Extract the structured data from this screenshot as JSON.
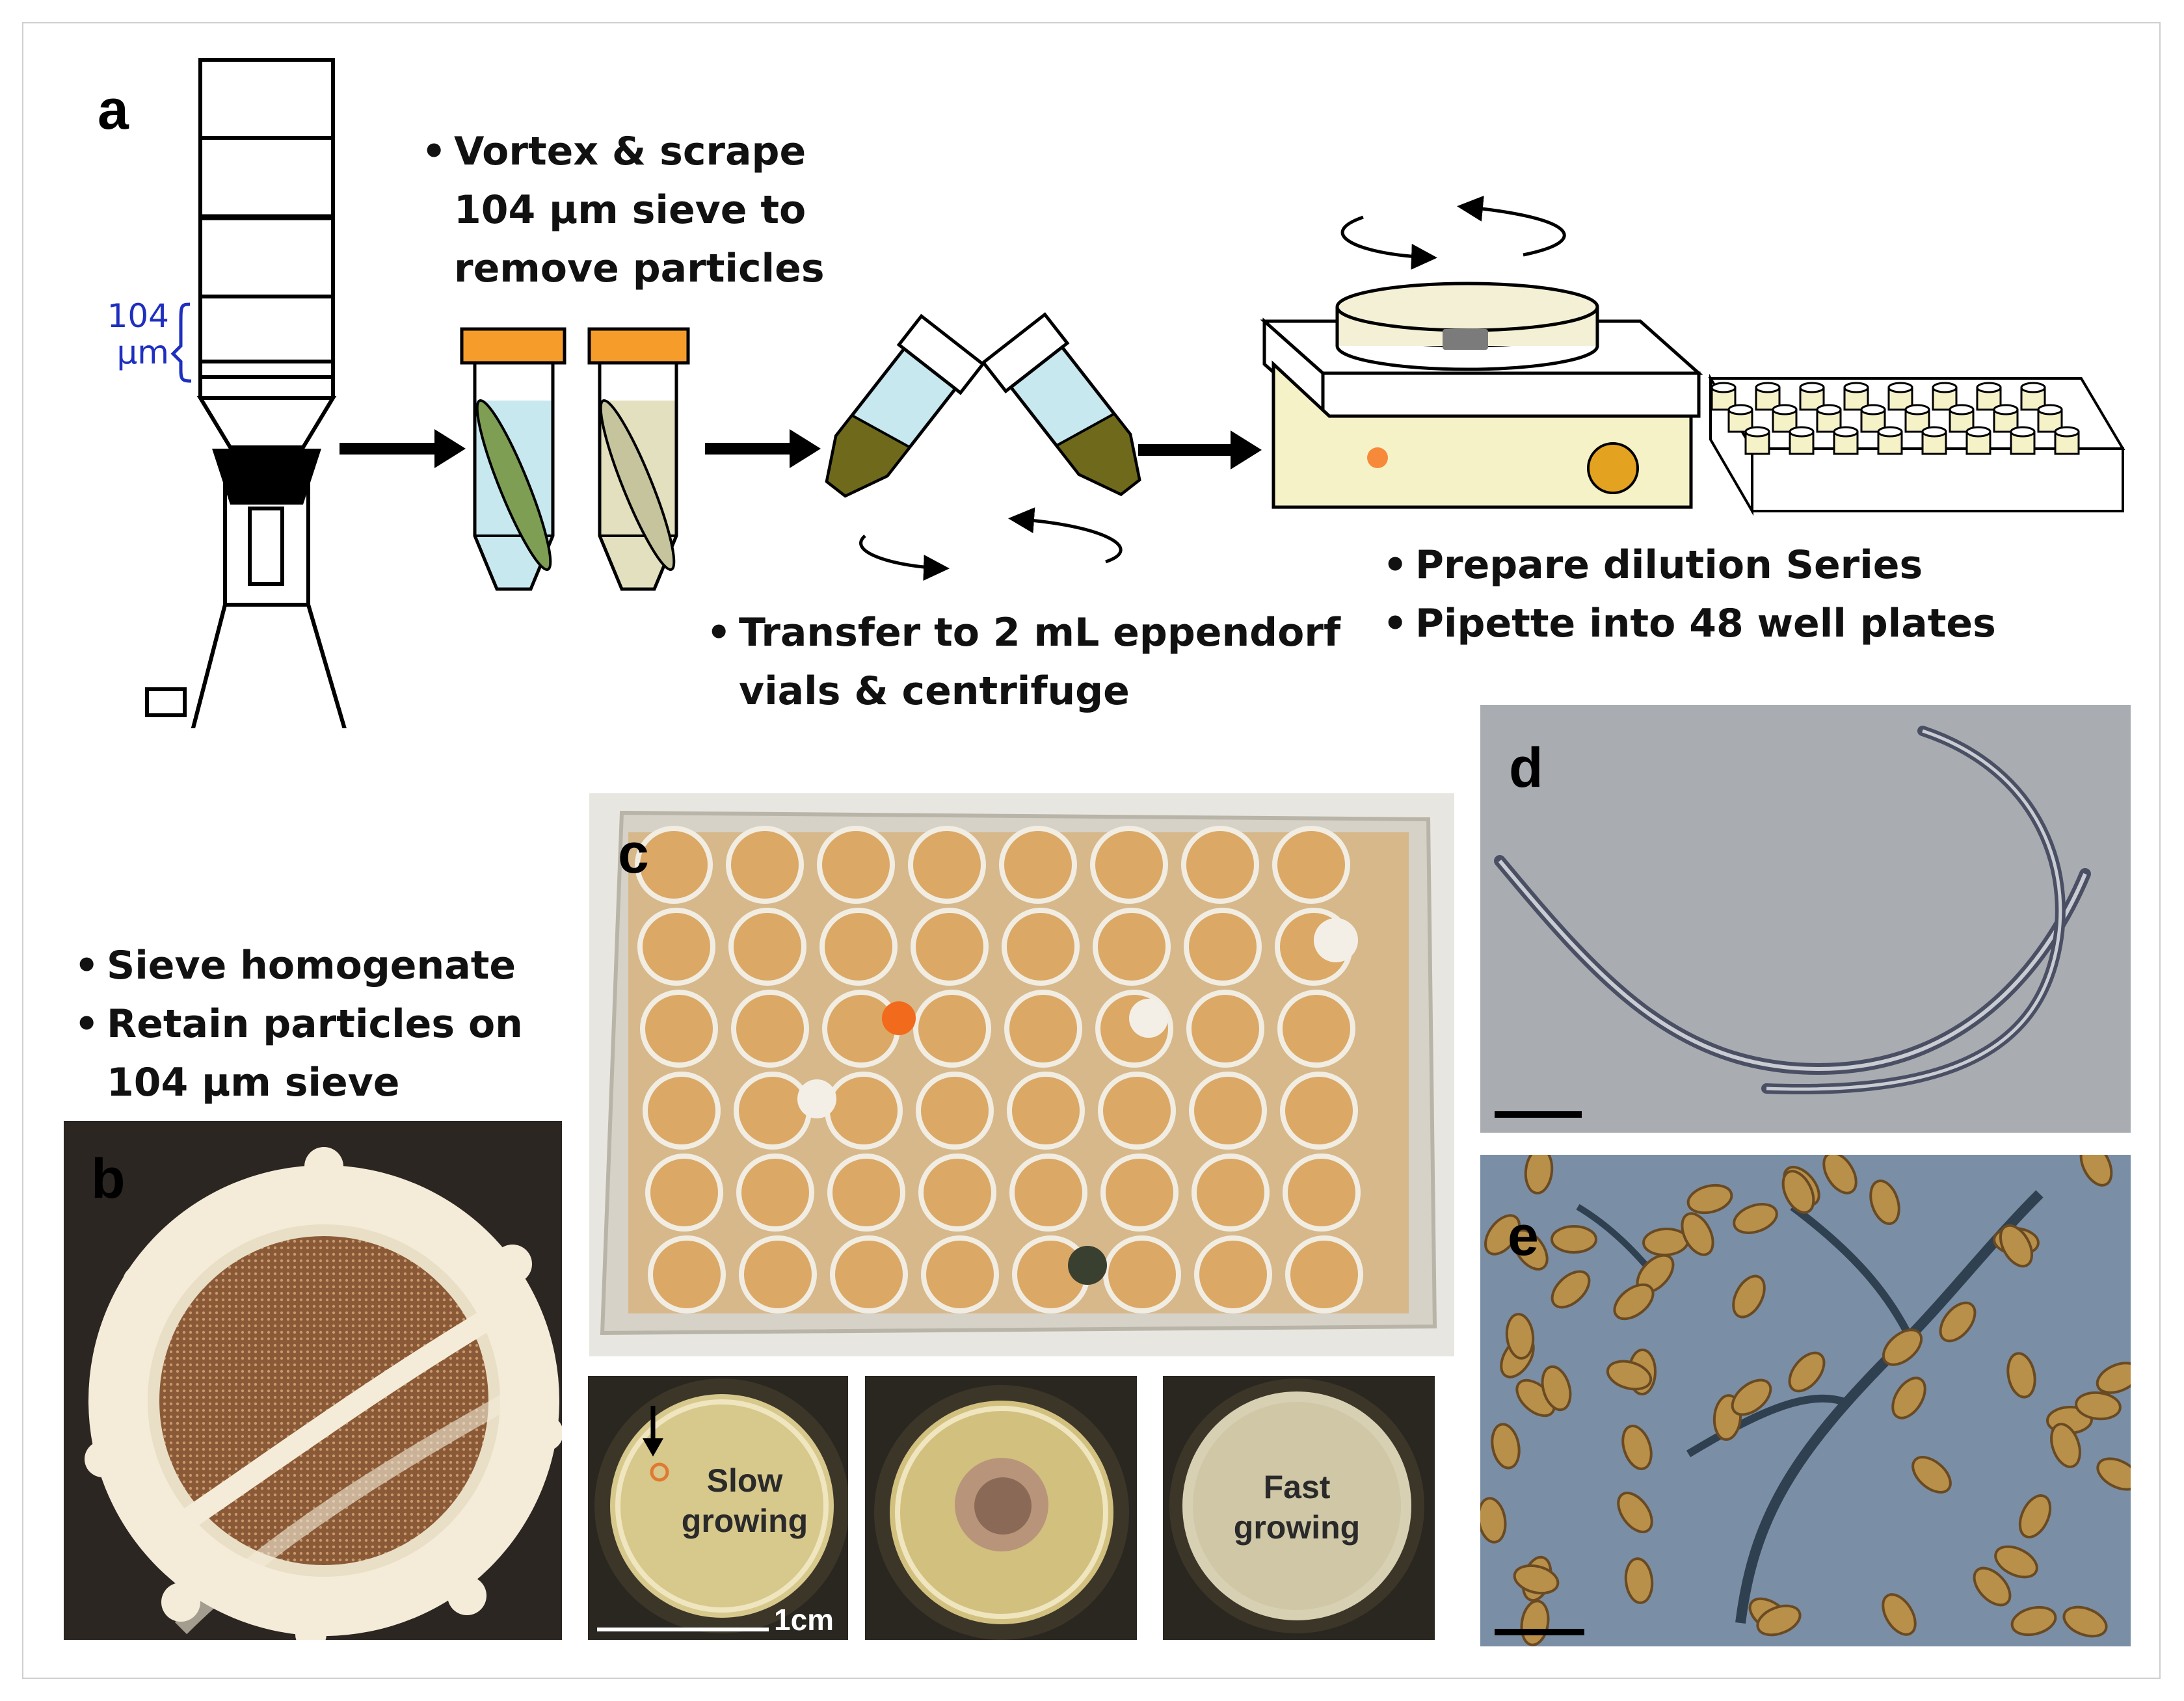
{
  "panels": {
    "a": "a",
    "b": "b",
    "c": "c",
    "d": "d",
    "e": "e"
  },
  "sieve_size": {
    "value": "104",
    "unit": "µm"
  },
  "steps": {
    "sieve": [
      "Sieve homogenate",
      "Retain particles on",
      "104 µm sieve"
    ],
    "vortex": [
      "Vortex & scrape",
      "104 µm sieve to",
      "remove particles"
    ],
    "transfer": [
      "Transfer to 2 mL eppendorf",
      "vials & centrifuge"
    ],
    "dilution": [
      "Prepare dilution Series",
      "Pipette into 48 well plates"
    ]
  },
  "bullet": "•",
  "well_labels": {
    "slow": [
      "Slow",
      "growing"
    ],
    "fast": [
      "Fast",
      "growing"
    ]
  },
  "scale_bar": {
    "label": "1cm"
  },
  "colors": {
    "text_blue": "#1f2fbf",
    "tube_cap": "#f59c2a",
    "liquid_blue": "#c8e8f0",
    "liquid_tan": "#e3e0bf",
    "sediment": "#6f6a1b",
    "stirrer_body": "#f6f2c8",
    "knob": "#e3a21f",
    "led": "#f7893a",
    "agar": "#d9a35a"
  },
  "icons": [
    "arrow-right-icon",
    "rotation-arrows-icon",
    "down-arrow-icon"
  ]
}
